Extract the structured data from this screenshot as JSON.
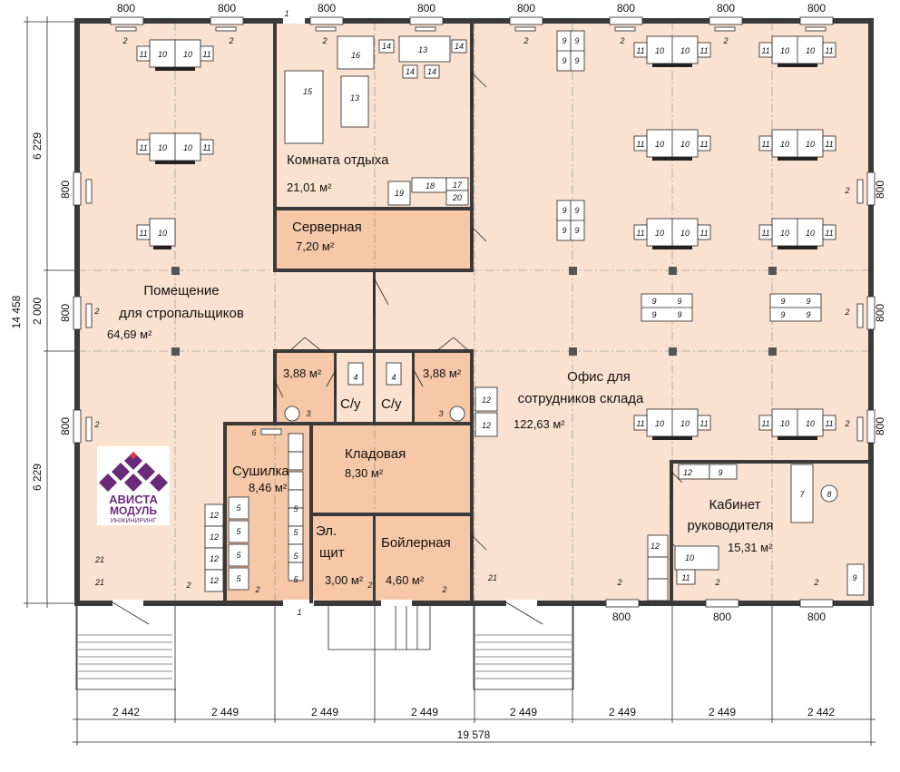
{
  "rooms": [
    {
      "id": "strop",
      "name_lines": [
        "Помещение",
        "для стропальщиков"
      ],
      "area": "64,69 м²"
    },
    {
      "id": "rest",
      "name_lines": [
        "Комната отдыха"
      ],
      "area": "21,01 м²"
    },
    {
      "id": "server",
      "name_lines": [
        "Серверная"
      ],
      "area": "7,20 м²"
    },
    {
      "id": "office",
      "name_lines": [
        "Офис для",
        "сотрудников склада"
      ],
      "area": "122,63 м²"
    },
    {
      "id": "wc1",
      "name_lines": [],
      "area": "3,88 м²"
    },
    {
      "id": "wc2",
      "name_lines": [],
      "area": "3,88 м²"
    },
    {
      "id": "su1",
      "name_lines": [
        "С/у"
      ],
      "area": ""
    },
    {
      "id": "su2",
      "name_lines": [
        "С/у"
      ],
      "area": ""
    },
    {
      "id": "store",
      "name_lines": [
        "Кладовая"
      ],
      "area": "8,30 м²"
    },
    {
      "id": "dry",
      "name_lines": [
        "Сушилка"
      ],
      "area": "8,46 м²"
    },
    {
      "id": "elec",
      "name_lines": [
        "Эл.",
        "щит"
      ],
      "area": "3,00 м²"
    },
    {
      "id": "boil",
      "name_lines": [
        "Бойлерная"
      ],
      "area": "4,60 м²"
    },
    {
      "id": "boss",
      "name_lines": [
        "Кабинет",
        "руководителя"
      ],
      "area": "15,31 м²"
    }
  ],
  "dimensions": {
    "window_width": "800",
    "left_segments": [
      "6 229",
      "2 000",
      "6 229"
    ],
    "left_total": "14 458",
    "bottom_segments": [
      "2 442",
      "2 449",
      "2 449",
      "2 449",
      "2 449",
      "2 449",
      "2 449",
      "2 442"
    ],
    "bottom_total": "19 578"
  },
  "logo": {
    "line1": "АВИСТА",
    "line2": "МОДУЛЬ",
    "line3": "ИНЖИНИРИНГ",
    "color": "#6a2a7a"
  },
  "colors": {
    "floor": "#fbe1cf",
    "service": "#f6c8a8",
    "wall": "#3a3a3a"
  },
  "furniture_numbers": {
    "desk": "10",
    "chair": "11",
    "radiator": "2",
    "cabinet": "9",
    "table": "13",
    "seat": "14",
    "sofa": "15",
    "armchair": "16",
    "fridge": "17",
    "microwave": "18",
    "cooler": "19",
    "kettle": "20",
    "hanger": "21",
    "locker": "12",
    "exec_desk": "7",
    "exec_chair": "8",
    "toilet": "4",
    "sink": "3",
    "dryer": "5",
    "heater": "6",
    "door_mark": "1"
  }
}
